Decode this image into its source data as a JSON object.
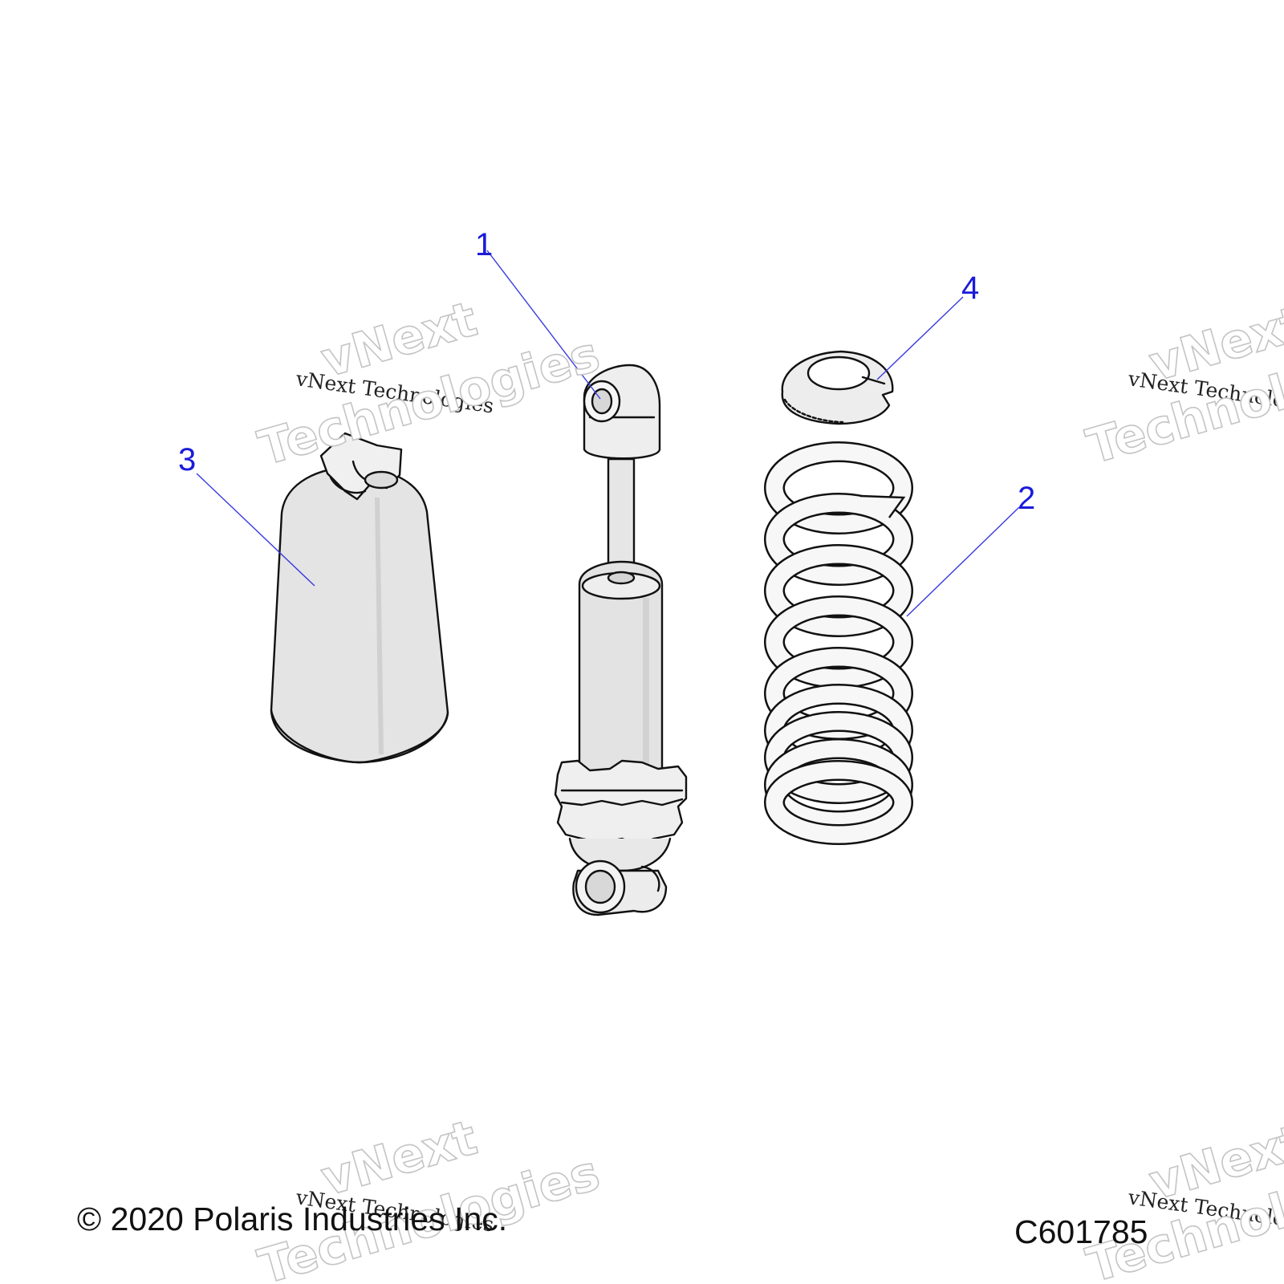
{
  "callouts": [
    {
      "label": "1",
      "part": "shock-absorber"
    },
    {
      "label": "2",
      "part": "coil-spring"
    },
    {
      "label": "3",
      "part": "shock-cover-boot"
    },
    {
      "label": "4",
      "part": "spring-retainer"
    }
  ],
  "watermark": {
    "line_small": "vNext Technologies",
    "line_big_1": "vNext",
    "line_big_2": "Technologies"
  },
  "footer": {
    "copyright": "© 2020 Polaris Industries Inc.",
    "figure_id": "C601785"
  },
  "colors": {
    "callout": "#1a1adb",
    "line": "#111111",
    "part_fill": "#e6e6e6",
    "part_light": "#f4f4f4"
  }
}
